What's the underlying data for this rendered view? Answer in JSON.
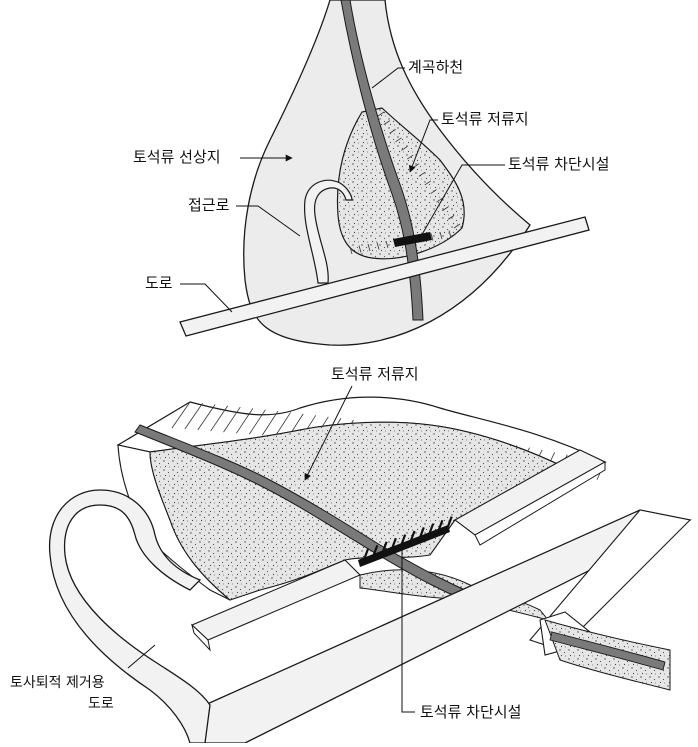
{
  "top_figure": {
    "labels": {
      "stream": "계곡하천",
      "reservoir": "토석류 저류지",
      "barrier": "토석류 차단시설",
      "fan": "토석류 선상지",
      "access_road": "접근로",
      "road": "도로"
    }
  },
  "bottom_figure": {
    "labels": {
      "reservoir": "토석류 저류지",
      "barrier": "토석류 차단시설",
      "removal_road_line1": "토사퇴적 제거용",
      "removal_road_line2": "도로"
    }
  },
  "colors": {
    "line": "#1a1a1a",
    "fan_fill": "#ececec",
    "deposit_fill": "#e3e3e3",
    "stream_fill": "#7a7a7a",
    "road_fill": "#f2f2f2",
    "dot": "#333333"
  }
}
